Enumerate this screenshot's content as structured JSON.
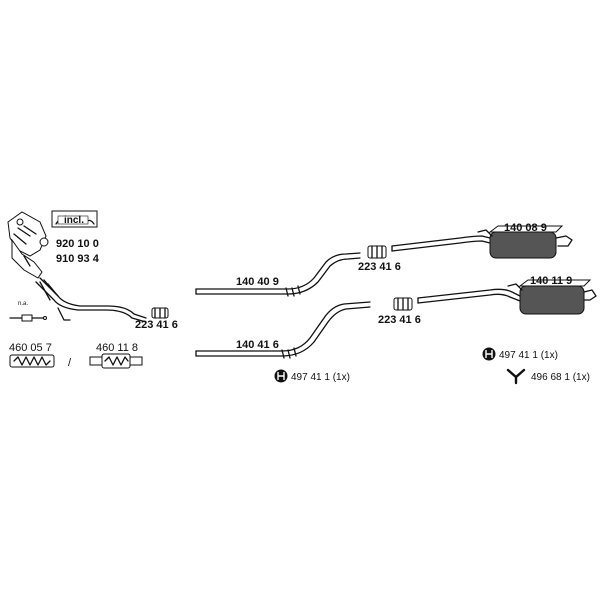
{
  "parts": {
    "included_badge": "incl.",
    "catalyst_part_1": "920 10 0",
    "catalyst_part_2": "910 93 4",
    "not_available_note": "n.a.",
    "flex_pipe_1": "460 05 7",
    "separator": "/",
    "flex_pipe_2": "460 11 8",
    "clamp_front": "223 41 6",
    "middle_pipe_upper": "140 40 9",
    "clamp_upper": "223 41 6",
    "rear_silencer_upper": "140 08 9",
    "middle_pipe_lower": "140 41 6",
    "clamp_lower": "223 41 6",
    "rear_silencer_lower": "140 11 9",
    "hanger_lower_middle": "497 41 1 (1x)",
    "hanger_rear": "497 41 1 (1x)",
    "mount_rear": "496 68 1 (1x)"
  },
  "colors": {
    "line": "#111111",
    "silencer_fill": "#555555",
    "background": "#ffffff"
  }
}
